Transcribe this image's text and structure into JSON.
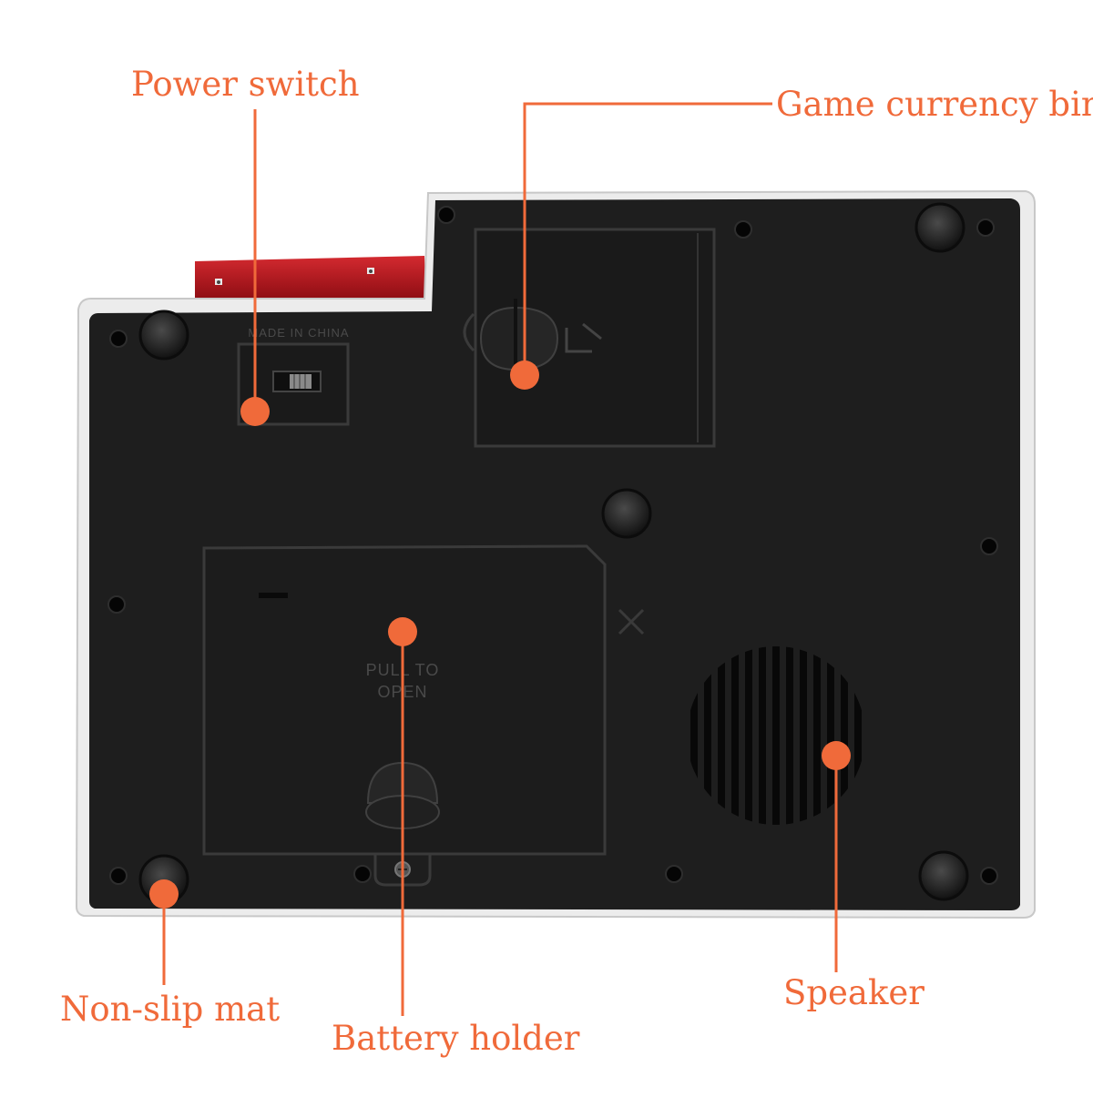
{
  "labels": {
    "power_switch": "Power switch",
    "game_currency_bin": "Game currency bin",
    "non_slip_mat": "Non-slip mat",
    "battery_holder": "Battery holder",
    "speaker": "Speaker"
  },
  "embossed": {
    "made_in_china": "MADE IN CHINA",
    "pull_to_open_line1": "PULL TO",
    "pull_to_open_line2": "OPEN"
  },
  "colors": {
    "accent": "#f06a3a",
    "body": "#1e1e1e",
    "shell": "#e9e9e9",
    "red_panel": "#b3121b"
  }
}
